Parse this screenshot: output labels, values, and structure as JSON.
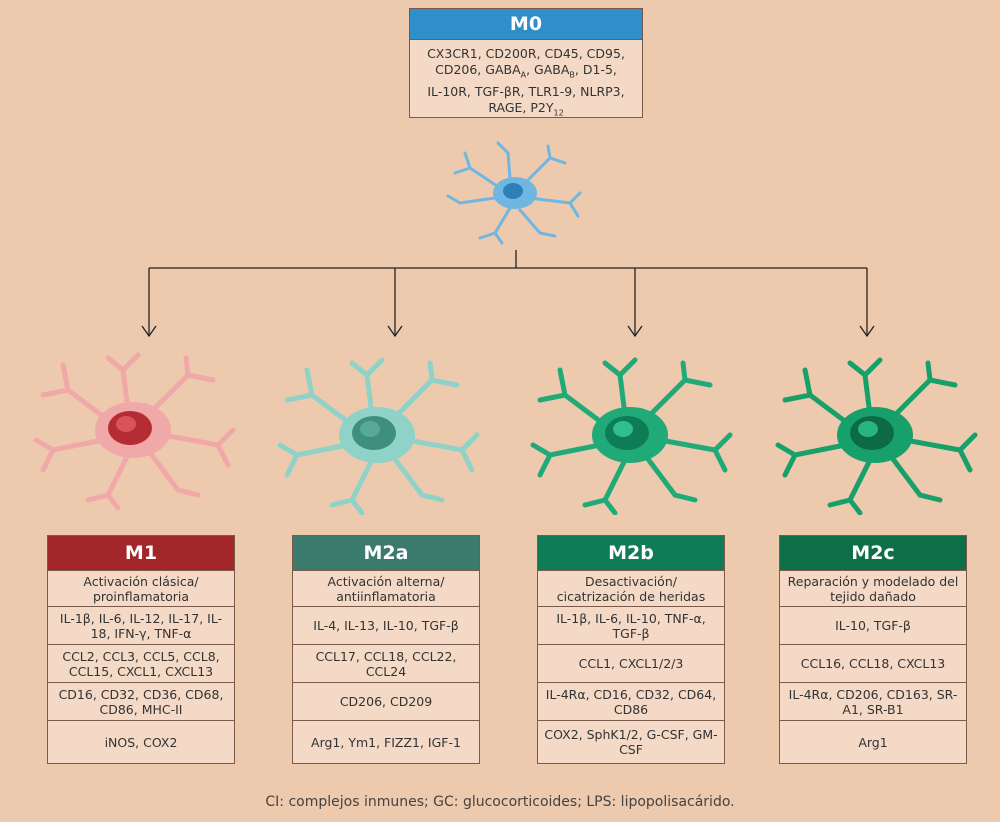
{
  "m0": {
    "title": "M0",
    "markers": [
      "CX3CR1, CD200R, CD45, CD95,",
      "CD206, GABA",
      "A",
      ", GABA",
      "B",
      ", D1-5,",
      "IL-10R, TGF-βR, TLR1-9, NLRP3,",
      "RAGE, P2Y",
      "12"
    ]
  },
  "colors": {
    "m0": "#2f8fc8",
    "m1": "#a3262a",
    "m2a": "#3a7b6e",
    "m2b": "#0f7c58",
    "m2c": "#0e6e48"
  },
  "phenotypes": [
    {
      "title": "M1",
      "rows": [
        "Activación clásica/ proinflamatoria",
        "IL-1β, IL-6, IL-12, IL-17, IL-18, IFN-γ, TNF-α",
        "CCL2, CCL3, CCL5, CCL8, CCL15, CXCL1, CXCL13",
        "CD16, CD32, CD36, CD68, CD86, MHC-II",
        "iNOS, COX2"
      ]
    },
    {
      "title": "M2a",
      "rows": [
        "Activación alterna/ antiinflamatoria",
        "IL-4, IL-13, IL-10, TGF-β",
        "CCL17, CCL18, CCL22, CCL24",
        "CD206, CD209",
        "Arg1, Ym1, FIZZ1, IGF-1"
      ]
    },
    {
      "title": "M2b",
      "rows": [
        "Desactivación/ cicatrización de heridas",
        "IL-1β, IL-6, IL-10, TNF-α, TGF-β",
        "CCL1, CXCL1/2/3",
        "IL-4Rα, CD16, CD32, CD64, CD86",
        "COX2, SphK1/2, G-CSF, GM-CSF"
      ]
    },
    {
      "title": "M2c",
      "rows": [
        "Reparación y modelado del tejido dañado",
        "IL-10, TGF-β",
        "CCL16, CCL18, CXCL13",
        "IL-4Rα, CD206, CD163, SR-A1, SR-B1",
        "Arg1"
      ]
    }
  ],
  "footer": "CI: complejos inmunes; GC: glucocorticoides; LPS: lipopolisacárido."
}
